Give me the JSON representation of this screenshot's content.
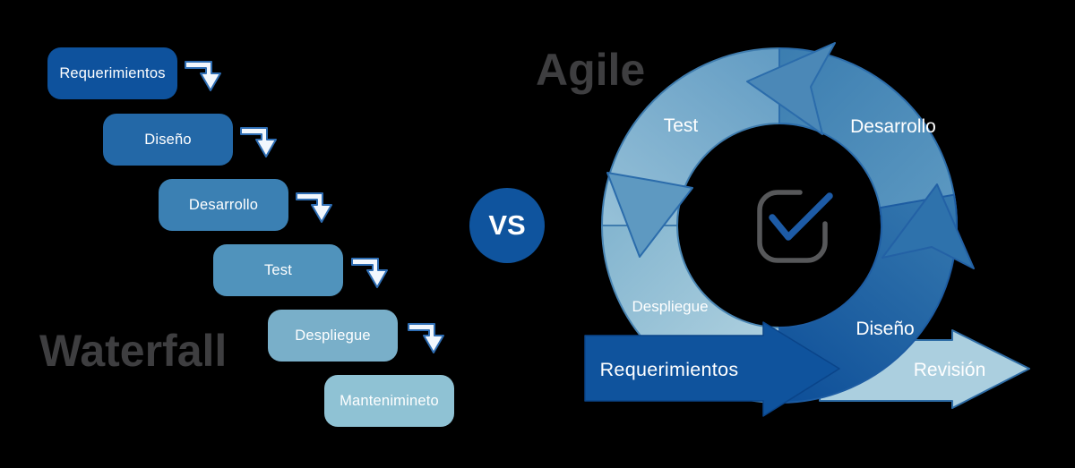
{
  "page": {
    "background": "#000000"
  },
  "waterfall": {
    "title": "Waterfall",
    "title_color": "#3e3e40",
    "steps": [
      {
        "label": "Requerimientos",
        "color": "#0e529d"
      },
      {
        "label": "Diseño",
        "color": "#2368a7"
      },
      {
        "label": "Desarrollo",
        "color": "#3b80b3"
      },
      {
        "label": "Test",
        "color": "#5093bc"
      },
      {
        "label": "Despliegue",
        "color": "#79afc9"
      },
      {
        "label": "Mantenimineto",
        "color": "#8fc2d4"
      }
    ],
    "step_arrow_icon": "corner-down-arrow-icon"
  },
  "versus": {
    "label": "VS",
    "circle_color": "#0f549e",
    "text_color": "#ffffff"
  },
  "agile": {
    "title": "Agile",
    "title_color": "#3e3e40",
    "ring": {
      "test_label": "Test",
      "desarrollo_label": "Desarrollo",
      "despliegue_label": "Despliegue",
      "diseno_label": "Diseño"
    },
    "input_arrow_label": "Requerimientos",
    "output_arrow_label": "Revisión",
    "center_icon": "checkbox-checkmark-icon",
    "colors": {
      "ring_dark": "#0d4e98",
      "ring_medium": "#3b7db0",
      "ring_light_top": "#649dc4",
      "ring_light": "#9cc5da",
      "ring_lightest": "#b7d6e2",
      "input_arrow": "#0f539d",
      "output_arrow": "#abcfdf",
      "check_blue": "#1d5ba6",
      "check_box_gray": "#57585a"
    }
  }
}
